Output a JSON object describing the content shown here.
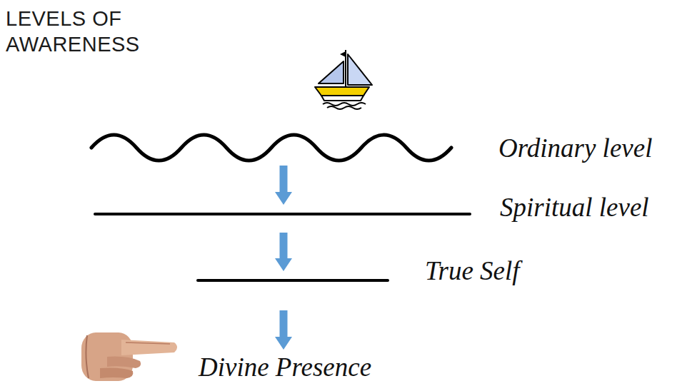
{
  "diagram": {
    "title": "LEVELS OF AWARENESS",
    "nodes": [
      {
        "text": [
          "Ordinary level"
        ]
      },
      {
        "text": [
          "Spiritual level"
        ]
      },
      {
        "text": [
          "True Self"
        ]
      },
      {
        "text": [
          "Divine Presence"
        ]
      }
    ],
    "edges": [
      {
        "from": 0,
        "to": 1,
        "arrow": "to"
      },
      {
        "from": 1,
        "to": 2,
        "arrow": "to"
      },
      {
        "from": 2,
        "to": 3,
        "arrow": "to"
      }
    ]
  }
}
